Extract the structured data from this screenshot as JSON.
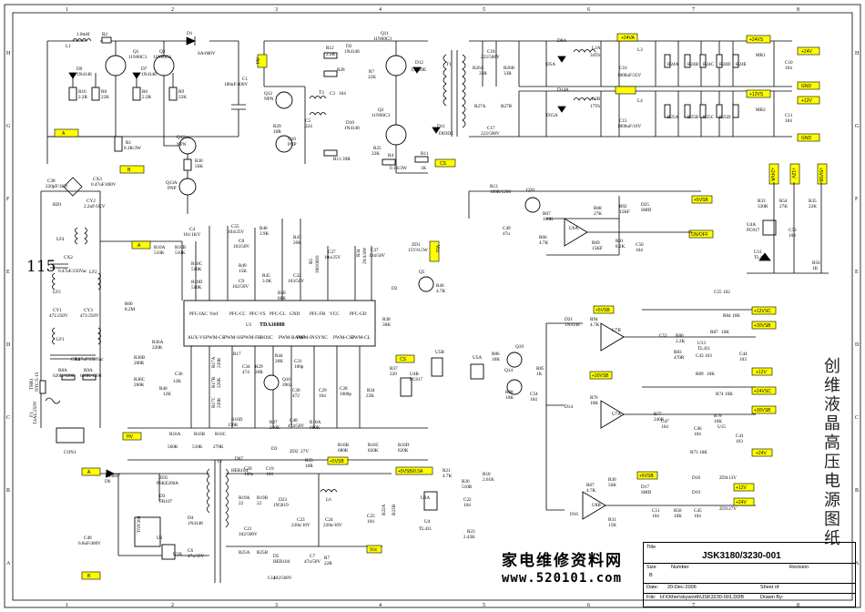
{
  "frame": {
    "col_numbers": [
      "1",
      "2",
      "3",
      "4",
      "5",
      "6",
      "7",
      "8"
    ],
    "row_letters": [
      "H",
      "G",
      "F",
      "E",
      "D",
      "C",
      "B",
      "A"
    ]
  },
  "page_number": "115",
  "side_title": "创维液晶高压电源图纸",
  "watermark": {
    "line1": "家电维修资料网",
    "line2": "www.520101.com"
  },
  "title_block": {
    "title_label": "Title",
    "title_value": "JSK3180/3230-001",
    "size_label": "Size",
    "size_value": "B",
    "number_label": "Number",
    "revision_label": "Revision",
    "date_label": "Date:",
    "date_value": "20-Dec-2006",
    "sheet_label": "Sheet    of",
    "file_label": "File:",
    "file_value": "H:\\Other\\skyworth\\JSK3230-001.DDB",
    "drawn_label": "Drawn By:"
  },
  "nets": {
    "A": "A",
    "B": "B",
    "CS": "CS",
    "ON_OFF": "ON/OFF",
    "V5SB": "+5VSB",
    "V5SB_5A": "+5VSB/0.5A",
    "V12": "+12V",
    "V24": "+24V",
    "V24VA": "+24VA",
    "V24VS": "+24VS",
    "V12VS": "+12VS",
    "V30VSB": "+30VSB",
    "V24VSC": "+24VSC",
    "V12VSC": "+12VSC",
    "GND": "GND",
    "VCC": "Vcc",
    "HV": "HV",
    "MCU5V": "+5VSB"
  },
  "ic_u1": {
    "name": "U1",
    "part": "TDA16888",
    "top_pins": [
      "PFC-IAC",
      "Vref",
      "PFC-CC",
      "PFC-VS",
      "PFC-CL",
      "GND",
      "PFC-FB",
      "VCC",
      "PFC-GD"
    ],
    "bottom_pins": [
      "AUX-VS",
      "PWM-CS",
      "PWM-SS",
      "PWM-FB",
      "ROSC",
      "PWM-RAMP",
      "PWM-IN",
      "SYNC",
      "PWM-CS2",
      "PWM-CL"
    ]
  },
  "labels": {
    "L1": "1.0mH",
    "L1n": "L1",
    "R2": "R2",
    "D1": "D1",
    "D1v": "SA/600V",
    "Q1": "Q1",
    "Q1v": "11N60C3",
    "Q2": "Q2",
    "Q2v": "11N60C3",
    "D9": "D9",
    "D9v": "1N4148",
    "D7": "D7",
    "D7v": "1N4148",
    "R16": "R16",
    "R16v": "2.2R",
    "R8": "R8",
    "R8v": "22K",
    "R6": "R6",
    "R6v": "2.2R",
    "R9": "R9",
    "R9v": "22K",
    "R3": "R3",
    "R5": "R5",
    "C1": "C1",
    "C1v": "180uF/400V",
    "R1": "R1",
    "R1v": "0.1R/3W",
    "Q12": "Q12",
    "Q12v": "NPN",
    "Q13": "Q13A",
    "Q13v": "PNP",
    "R30": "R30",
    "R30v": "56K",
    "T3": "T3",
    "R28": "R28",
    "C3": "C3",
    "C3v": "104",
    "Q10": "Q10",
    "Q10v": "PNP",
    "R29": "R29",
    "R29v": "10R",
    "C5": "C5",
    "C5v": "224",
    "R12": "R12",
    "R12v": "2.2R",
    "D2": "D2",
    "D2v": "1N4148",
    "R7": "R7",
    "R7v": "22K",
    "Q11": "Q11",
    "Q11v": "11N60C3",
    "D12": "D12",
    "D12v": "DIODE",
    "T1": "T1",
    "Q3": "Q3",
    "Q3v": "11N60C3",
    "D11": "D11",
    "D11v": "DIODE",
    "D10": "D10",
    "D10v": "1N4148",
    "R13": "R13",
    "R13v": "39R",
    "R25": "R25",
    "R25v": "22K",
    "R11": "R11",
    "R11v": "1K",
    "R4": "R4",
    "R4v": "0.1R/3W",
    "C18": "C18",
    "C18v": "222/500V",
    "R26A": "R26A",
    "R26Av": "33R",
    "R26B": "R26B",
    "R26Bv": "33R",
    "D8A": "D8A",
    "D8Av": "D8A",
    "D5A": "D5A",
    "L3": "L3",
    "L2A": "L2A",
    "L2Av": "34Th",
    "C16": "C16",
    "C16v": "1000uF/35V",
    "C10": "C10",
    "C10v": "104",
    "R24A": "R24A",
    "R24B": "R24B",
    "R24C": "R24C",
    "R24D": "R24D",
    "R24E": "R24E",
    "MR1": "MR1",
    "C17": "C17",
    "C17v": "222/500V",
    "R27A": "R27A",
    "R27B": "R27B",
    "D14A": "D14A",
    "D15A": "D15A",
    "L4": "L4",
    "L2B": "L2B",
    "L2Bv": "17Th",
    "C15": "C15",
    "C15v": "1000uF/16V",
    "C11": "C11",
    "C11v": "104",
    "R25A": "R25A",
    "R25B": "R25B",
    "R25C": "R25C",
    "R25D": "R25D",
    "MR2": "MR2",
    "C38": "C38",
    "C38v": "220pF/1KV",
    "CX3": "CX3",
    "CX3v": "0.47uF/400V",
    "BD1": "BD1",
    "CY2": "CY2",
    "CY2v": "2.2nF/1KV",
    "LF4": "LF4",
    "CX2": "CX2",
    "CX2v": "0.47uF/250Vac",
    "LF3": "LF3",
    "LF2": "LF2",
    "CY1": "CY1",
    "CY1v": "471/250V",
    "CY3": "CY3",
    "CY3v": "471/250V",
    "R60": "R60",
    "R60v": "8.2M",
    "LF1": "LF1",
    "CX1": "CX1",
    "CX1v": "0.47uF/250Vac",
    "R8A": "R8A",
    "R8Av": "620K/1206",
    "R9A": "R9A",
    "R9Av": "620K/1206",
    "THR1": "THR1",
    "THR1v": "NTC/5-15",
    "F1": "F1",
    "F1v": "T4AL/250V",
    "CON1": "CON1",
    "C4": "C4",
    "C4v": "101/1KV",
    "C55": "C55",
    "C55v": "104/25V",
    "R48": "R48",
    "R48v": "3.9K",
    "R47": "R47",
    "R47v": "20K",
    "R10A": "R10A",
    "R10Av": "510K",
    "R10B": "R10B",
    "R10Bv": "510K",
    "R10C": "R10C",
    "R10Cv": "510K",
    "R10D": "R10D",
    "R10Dv": "510K",
    "C8": "C8",
    "C8v": "103/50V",
    "C9": "C9",
    "C9v": "102/50V",
    "R49": "R49",
    "R49v": "15K",
    "R45": "R45",
    "R45v": "3.9K",
    "R50": "R50",
    "R50v": "68K",
    "C32": "C32",
    "C32v": "103/50V",
    "R5v": "390/0603",
    "C27": "C27",
    "C27v": "10u/25V",
    "R34": "R34",
    "R34v": "20/4/4W",
    "C37": "C37",
    "C37v": "104/50V",
    "ZD1": "ZD1",
    "ZD1v": "15V/0.5W",
    "Q5": "Q5",
    "R46": "R46",
    "R46v": "4.7K",
    "D2b": "D2",
    "R38": "R38",
    "R38v": "30K",
    "R36A": "R36A",
    "R36Av": "220K",
    "R36B": "R36B",
    "R36Bv": "200K",
    "R36C": "R36C",
    "R36Cv": "200K",
    "C36": "C36",
    "C36v": "12K",
    "C34": "C34",
    "C34v": "474",
    "R17": "R17",
    "R40": "R40",
    "R40v": "12K",
    "R44": "R44",
    "R44v": "20K",
    "C31": "C31",
    "C31v": "100p",
    "R29b": "R29",
    "R29bv": "20R",
    "Q10b": "Q10",
    "Q10bv": "2002",
    "C30": "C30",
    "C30v": "472",
    "C29": "C29",
    "C29v": "104",
    "C28": "C28",
    "C28v": "1000p",
    "R34b": "R34",
    "R34bv": "22K",
    "R37": "R37",
    "R37v": "220",
    "U4B": "U4B",
    "U4Bv": "PC817",
    "U5B": "U5B",
    "CS": "CS",
    "R17A": "R17A",
    "R17Av": "220K",
    "R17B": "R17B",
    "R17Bv": "220K",
    "R17C": "R17C",
    "R17Cv": "220K",
    "R16A": "R16A",
    "R16Av": "560K",
    "R16B": "R16B",
    "R16Bv": "510K",
    "R16C": "R16C",
    "R16Cv": "270K",
    "R16D": "R16D",
    "R16Dv": "150K",
    "R27": "R27",
    "R27v": "240K",
    "C48": "C48",
    "C48v": "474/50V",
    "R10Ab": "R10A",
    "R10Abv": "680K",
    "R10Bb": "R10B",
    "R10Bbv": "680K",
    "R10Cb": "R10C",
    "R10Cbv": "820K",
    "R10Db": "R10D",
    "R10Dbv": "820K",
    "ZD2": "ZD2",
    "ZD2v": "27V",
    "D3": "D3",
    "R55": "R55",
    "R55v": "10R",
    "D6": "D6",
    "D6v": "1N4007",
    "ZD5": "ZD5",
    "ZD5v": "P6KE200A",
    "D3b": "D3",
    "D3bv": "FR107",
    "D4": "D4",
    "D4v": "1N4148",
    "C49": "C49",
    "C49v": "6.8uF/400V",
    "U2": "U2",
    "U2v": "TNY268",
    "U3B": "U3B",
    "C6": "C6",
    "C6v": "47u/35V",
    "T2": "T2",
    "D67": "D67",
    "D67v": "HER104",
    "C20": "C20",
    "C20v": "100u",
    "C19": "C19",
    "C19v": "104",
    "R19A": "R19A",
    "R19Av": "22",
    "R19B": "R19B",
    "R19Bv": "22",
    "C21": "C21",
    "C21v": "102/500V",
    "D23": "D23",
    "D23v": "1N5819",
    "L6": "L6",
    "C23": "C23",
    "C23v": "220u/10V",
    "C24": "C24",
    "C24v": "220u/10V",
    "C25": "C25",
    "C25v": "104",
    "R21": "R21",
    "R21v": "4.7K",
    "U3A": "U3A",
    "R22A": "R22A",
    "R22B": "R22B",
    "R23": "R23",
    "R23v": "2.43K",
    "R20": "R20",
    "R20v": "510R",
    "C22": "C22",
    "C22v": "104",
    "U4": "U4",
    "U4v": "TL431",
    "R18": "R18",
    "R18v": "2.61K",
    "R25Ab": "R25A",
    "R25Bb": "R25B",
    "D5": "D5",
    "D5v": "HER104",
    "C7": "C7",
    "C7v": "47u/50V",
    "R7b": "R7",
    "R7bv": "22R",
    "C14": "C14",
    "C14v": "102/500V",
    "R13b": "R13",
    "R13bv": "100R/1206",
    "Q20": "Q20",
    "R67": "R67",
    "R67v": "100K",
    "R66": "R66",
    "R66v": "4.7K",
    "C49b": "C49",
    "C49bv": "47u",
    "U6A": "U6A",
    "R68": "R68",
    "R68v": "27K",
    "R92": "R92",
    "R92v": "15KF",
    "D25": "D25",
    "D25v": "SMD",
    "R69": "R69",
    "R69v": "15KF",
    "R91": "R91",
    "R91v": "8.2K",
    "C50": "C50",
    "C50v": "104",
    "R33": "R33",
    "R33v": "330R",
    "R54": "R54",
    "R54v": "27K",
    "R35": "R35",
    "R35v": "22K",
    "U4A": "U4A",
    "U4Av": "PC817",
    "C53": "C53",
    "C53v": "104",
    "U11": "U11",
    "U11v": "TL431",
    "R56": "R56",
    "R56v": "1K",
    "C55b": "C55",
    "C55bv": "102",
    "R84": "R84",
    "R84v": "10K",
    "R94": "R94",
    "R94v": "4.7K",
    "D21": "D21",
    "D21v": "1N4148",
    "U7B": "U7B",
    "C52": "C52",
    "R80": "R80",
    "R80v": "2.2K",
    "R83": "R83",
    "R83v": "470R",
    "U13": "U13",
    "U13v": "TL431",
    "C43": "C43",
    "C43v": "103",
    "R89": "R89",
    "R89v": "10K",
    "R87": "R87",
    "R87v": "10K",
    "C44": "C44",
    "C44v": "103",
    "R86": "R86",
    "R86v": "10K",
    "Q19": "Q19",
    "Q14": "Q14",
    "R88": "R88",
    "R88v": "10K",
    "C54": "C54",
    "C54v": "104",
    "R85": "R85",
    "R85v": "1K",
    "U5A": "U5A",
    "D14": "D14",
    "R76": "R76",
    "R76v": "10K",
    "U7A": "U7A",
    "R77": "R77",
    "R77v": "240K",
    "R73": "R73",
    "R73v": "10K",
    "R74": "R74",
    "R74v": "10K",
    "R78": "R78",
    "R78v": "10K",
    "C47": "C47",
    "C47v": "104",
    "C46": "C46",
    "C46v": "104",
    "C41": "C41",
    "C41v": "103",
    "U15": "U15",
    "R67b": "R67",
    "R67bv": "4.7K",
    "R31": "R31",
    "R31v": "15K",
    "U8B": "U8B",
    "D16": "D16",
    "D17": "D17",
    "D17v": "SMD",
    "C51": "C51",
    "C51v": "104",
    "R58": "R58",
    "R58v": "10K",
    "C45": "C45",
    "C45v": "104",
    "D18": "D18",
    "D19": "D19",
    "ZD4": "ZD4",
    "ZD4v": "13V",
    "ZD3": "ZD3",
    "ZD3v": "27V"
  }
}
